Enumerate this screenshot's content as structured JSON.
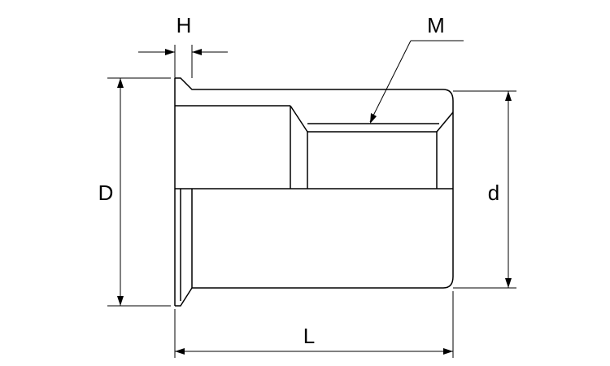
{
  "diagram": {
    "type": "technical-drawing",
    "subject": "rivet-nut-cross-section",
    "line_color": "#000000",
    "background": "#ffffff",
    "labels": {
      "head_thickness": "H",
      "thread": "M",
      "head_diameter": "D",
      "body_diameter": "d",
      "length": "L"
    }
  }
}
